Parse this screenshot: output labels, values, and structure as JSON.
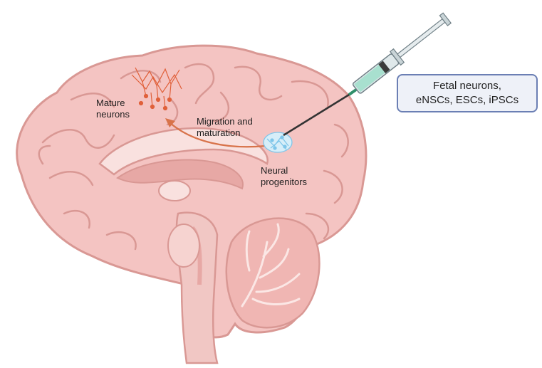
{
  "labels": {
    "mature_neurons": [
      "Mature",
      "neurons"
    ],
    "migration": [
      "Migration and",
      "maturation"
    ],
    "neural_progenitors": [
      "Neural",
      "progenitors"
    ]
  },
  "callout_box": {
    "lines": [
      "Fetal neurons,",
      "eNSCs, ESCs, iPSCs"
    ]
  },
  "colors": {
    "brain_fill": "#f4c4c2",
    "brain_stroke": "#d99894",
    "brain_dark": "#e7a8a5",
    "brainstem": "#f1c7c4",
    "cerebellum": "#f0b6b3",
    "neurons": "#e0603a",
    "arrow": "#d8734a",
    "progenitors": "#7fc6ea",
    "box_border": "#6b7fb4",
    "box_fill": "#eef1f8",
    "syringe_barrel": "#dfe8ea",
    "syringe_liquid": "#a8e0cf",
    "needle": "#333333"
  },
  "icons": {
    "syringe": "syringe-icon",
    "mature_neurons": "neuron-cluster-icon",
    "progenitors": "progenitor-cells-icon"
  }
}
